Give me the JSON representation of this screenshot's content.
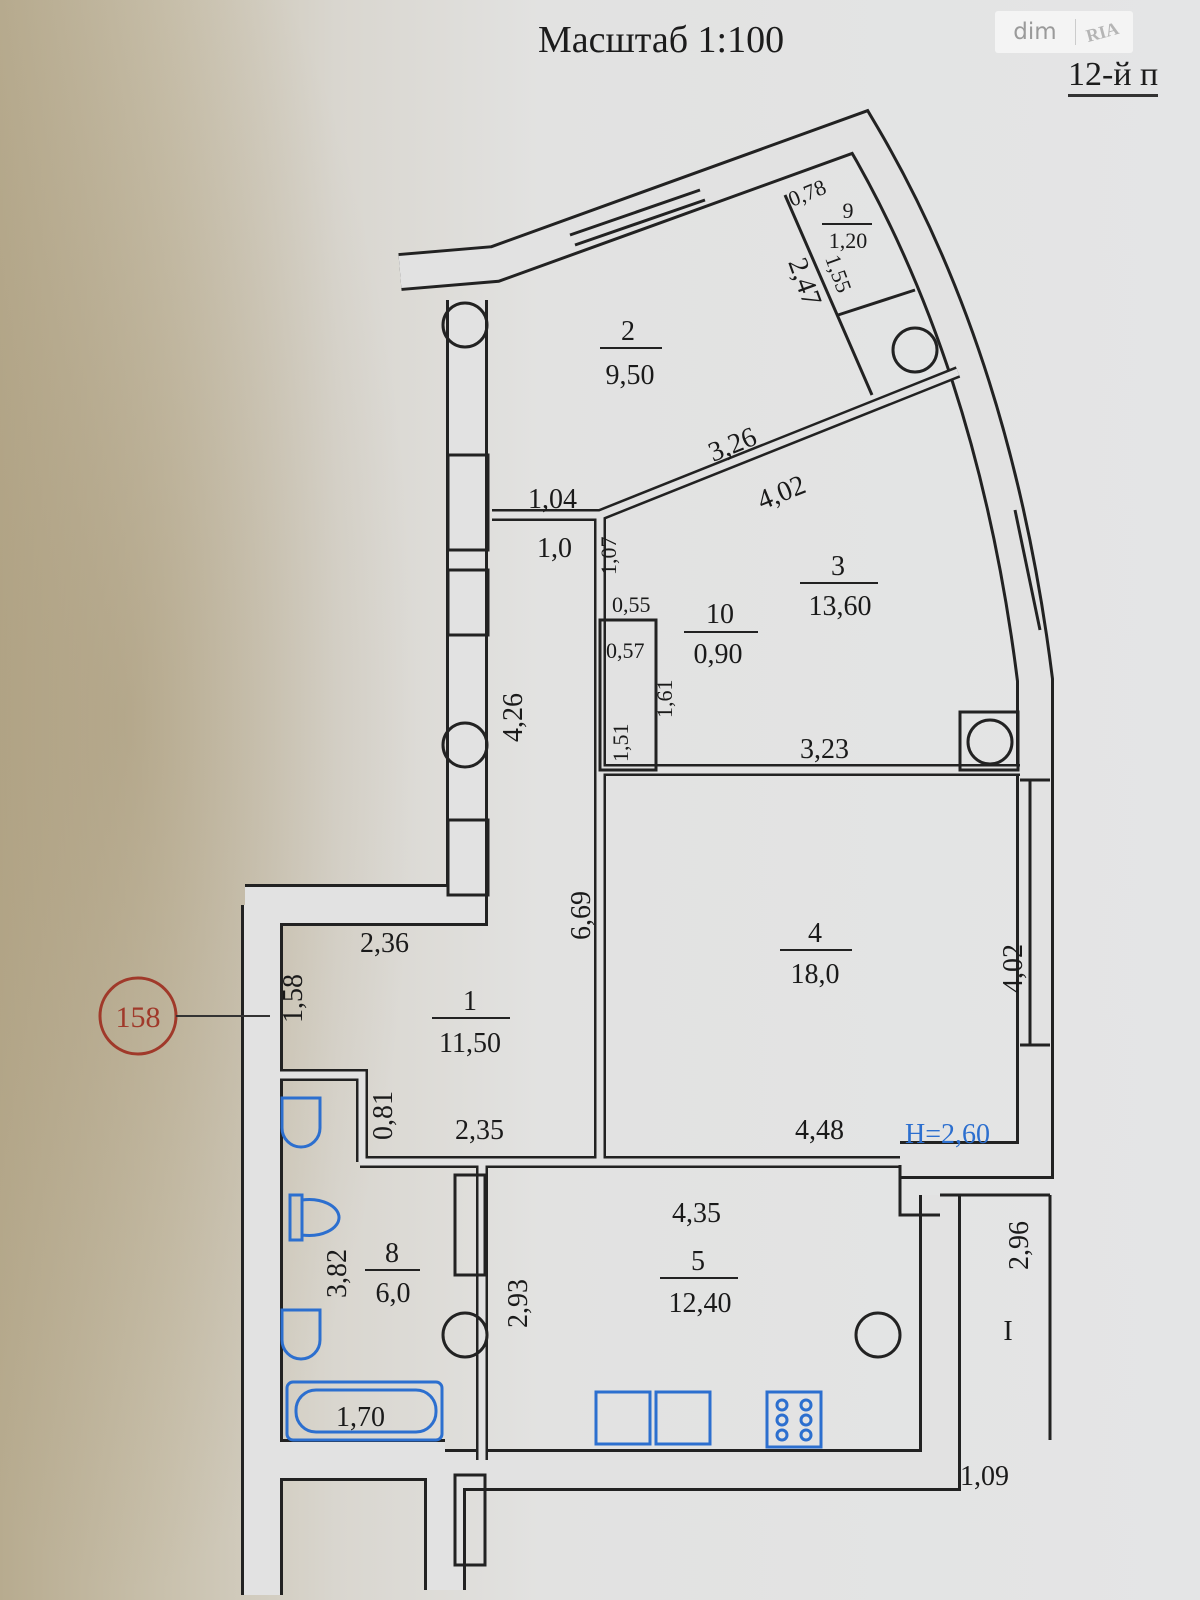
{
  "header": {
    "title": "Масштаб 1:100",
    "floor_label": "12-й п"
  },
  "watermark": {
    "left": "dim",
    "right": "RIA"
  },
  "axis_marker": {
    "label": "158",
    "color": "#a0392a"
  },
  "height_label": "H=2,60",
  "rooms": [
    {
      "num": "1",
      "area": "11,50"
    },
    {
      "num": "2",
      "area": "9,50"
    },
    {
      "num": "3",
      "area": "13,60"
    },
    {
      "num": "4",
      "area": "18,0"
    },
    {
      "num": "5",
      "area": "12,40"
    },
    {
      "num": "8",
      "area": "6,0"
    },
    {
      "num": "9",
      "area": "1,20"
    },
    {
      "num": "10",
      "area": "0,90"
    },
    {
      "num": "I",
      "area": ""
    }
  ],
  "dimensions": {
    "d0_78": "0,78",
    "d1_55": "1,55",
    "d2_47": "2,47",
    "d3_26": "3,26",
    "d4_02a": "4,02",
    "d1_04": "1,04",
    "d1_0": "1,0",
    "d1_07": "1,07",
    "d0_55": "0,55",
    "d0_57": "0,57",
    "d1_61": "1,61",
    "d1_51": "1,51",
    "d3_23": "3,23",
    "d4_26": "4,26",
    "d6_69": "6,69",
    "d2_36": "2,36",
    "d1_58": "1,58",
    "d0_81": "0,81",
    "d2_35": "2,35",
    "d4_48": "4,48",
    "d4_02b": "4,02",
    "d4_35": "4,35",
    "d3_82": "3,82",
    "d2_93": "2,93",
    "d2_96": "2,96",
    "d1_70": "1,70",
    "d1_09": "1,09"
  },
  "colors": {
    "fixtures": "#2c6fcf",
    "height": "#2c6fcf"
  }
}
